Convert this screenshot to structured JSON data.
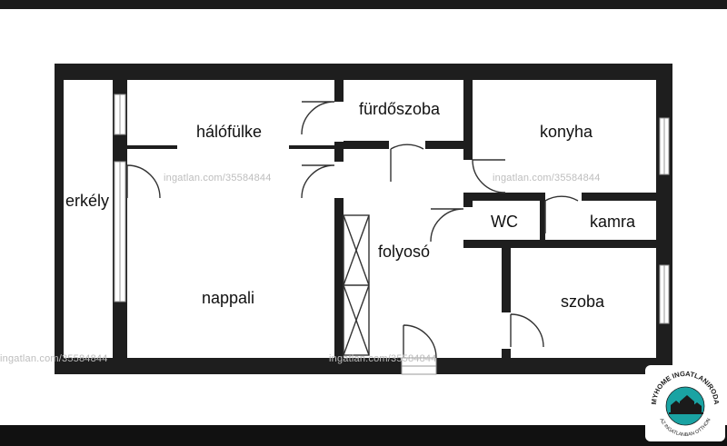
{
  "rooms": {
    "erkely": "erkély",
    "halofulke": "hálófülke",
    "furdoszoba": "fürdőszoba",
    "konyha": "konyha",
    "wc": "WC",
    "kamra": "kamra",
    "folyoso": "folyosó",
    "nappali": "nappali",
    "szoba": "szoba"
  },
  "watermark": "ingatlan.com/35584844",
  "logo": {
    "top_text": "MYHOME INGATLANIRODA",
    "bottom_text": "AZ INGATLANBAN OTTHON",
    "color": "#1aa3a3"
  },
  "colors": {
    "wall": "#1e1e1e",
    "window": "#c9c9c9",
    "accent": "#1aa3a3"
  }
}
